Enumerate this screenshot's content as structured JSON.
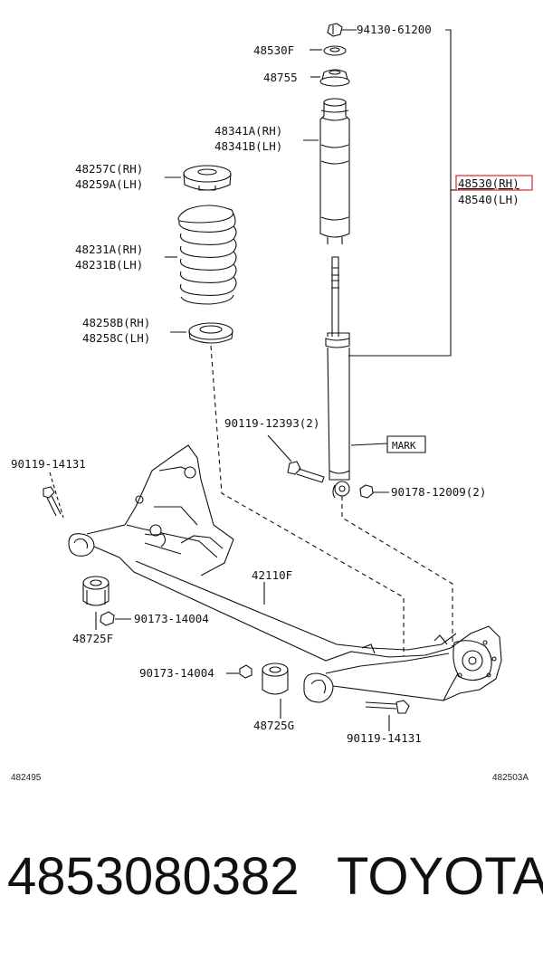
{
  "labels": {
    "nut_top": "94130-61200",
    "washer": "48530F",
    "insulator": "48755",
    "bump_rh": "48341A(RH)",
    "bump_lh": "48341B(LH)",
    "seat_upper_rh": "48257C(RH)",
    "seat_upper_lh": "48259A(LH)",
    "spring_rh": "48231A(RH)",
    "spring_lh": "48231B(LH)",
    "seat_lower_rh": "48258B(RH)",
    "seat_lower_lh": "48258C(LH)",
    "absorber_rh": "48530(RH)",
    "absorber_lh": "48540(LH)",
    "bolt_shock": "90119-12393(2)",
    "mark": "MARK",
    "nut_shock": "90178-12009(2)",
    "bolt_left": "90119-14131",
    "beam": "42110F",
    "nut_left": "90173-14004",
    "bushing_left": "48725F",
    "nut_right": "90173-14004",
    "bushing_right": "48725G",
    "bolt_right": "90119-14131",
    "ref_left": "482495",
    "ref_right": "482503A"
  },
  "highlight_color": "#e0353a",
  "footer": {
    "part_number": "4853080382",
    "brand": "TOYOTA"
  }
}
